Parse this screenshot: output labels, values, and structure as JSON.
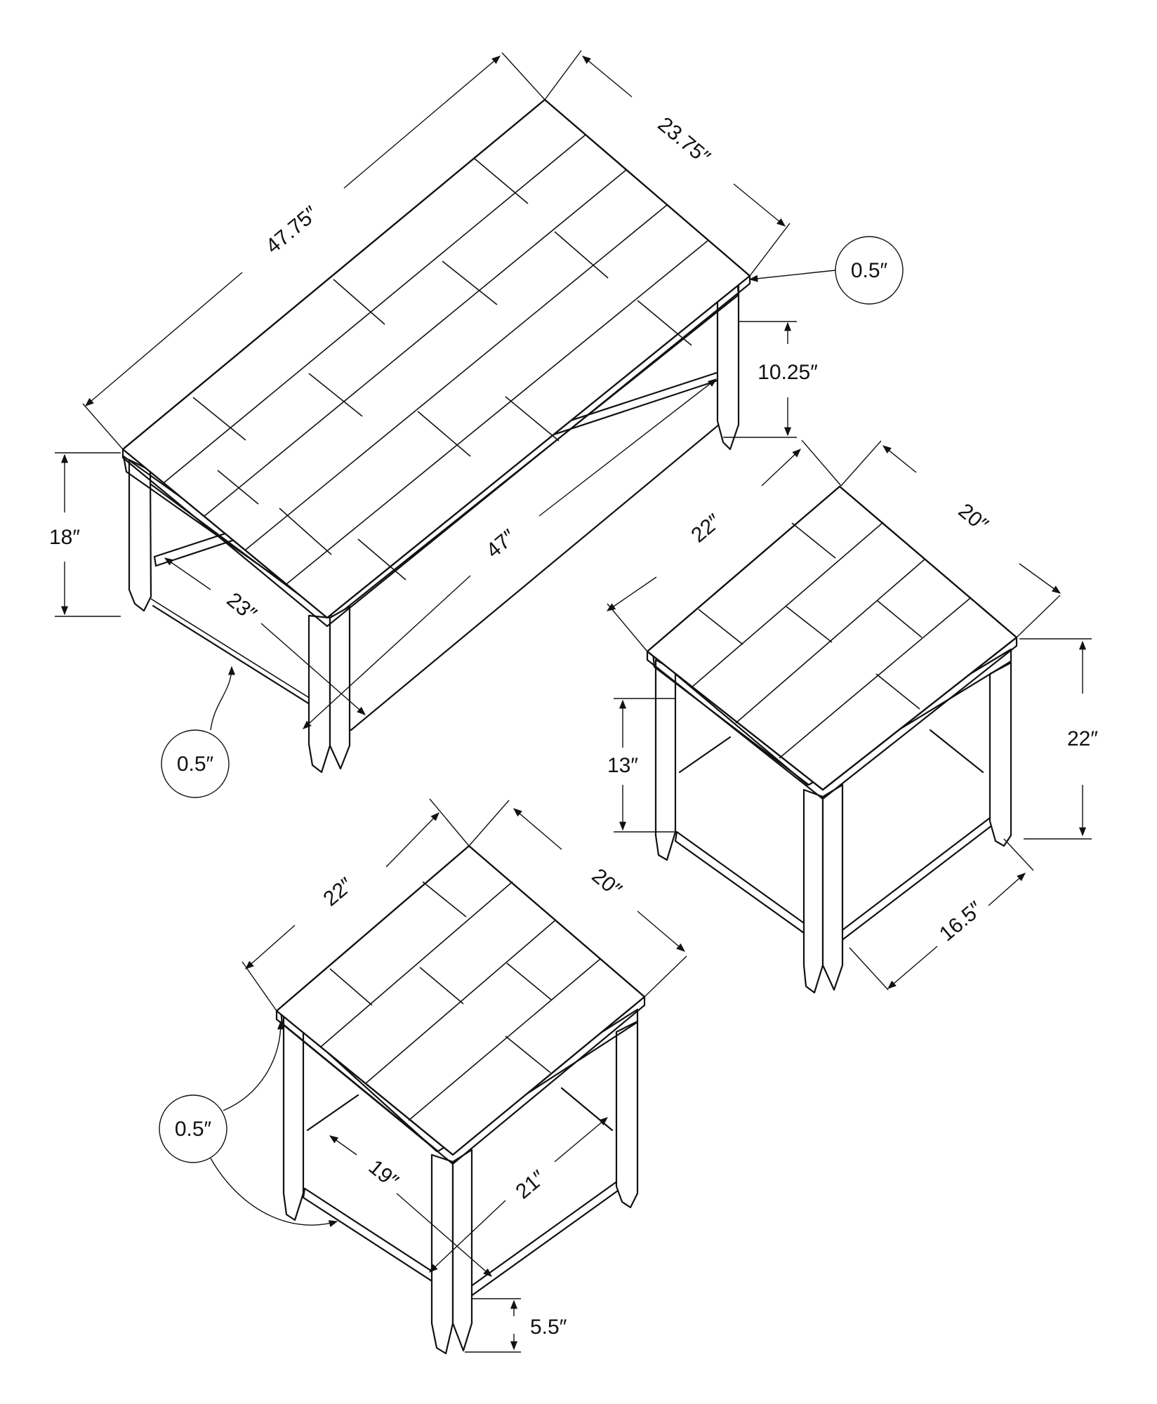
{
  "coffee_table": {
    "length": "47.75″",
    "width": "23.75″",
    "top_thickness": "0.5″",
    "shelf_clearance": "10.25″",
    "height": "18″",
    "shelf_length": "47″",
    "shelf_width": "23″",
    "shelf_thickness": "0.5″"
  },
  "end_table_right": {
    "length": "22″",
    "width": "20″",
    "height": "22″",
    "shelf_clearance": "13″",
    "shelf_depth": "16.5″"
  },
  "end_table_bottom": {
    "length": "22″",
    "width": "20″",
    "top_thickness": "0.5″",
    "shelf_length": "19″",
    "shelf_width": "21″",
    "leg_clearance": "5.5″"
  },
  "colors": {
    "line": "#111111",
    "background": "#ffffff"
  }
}
